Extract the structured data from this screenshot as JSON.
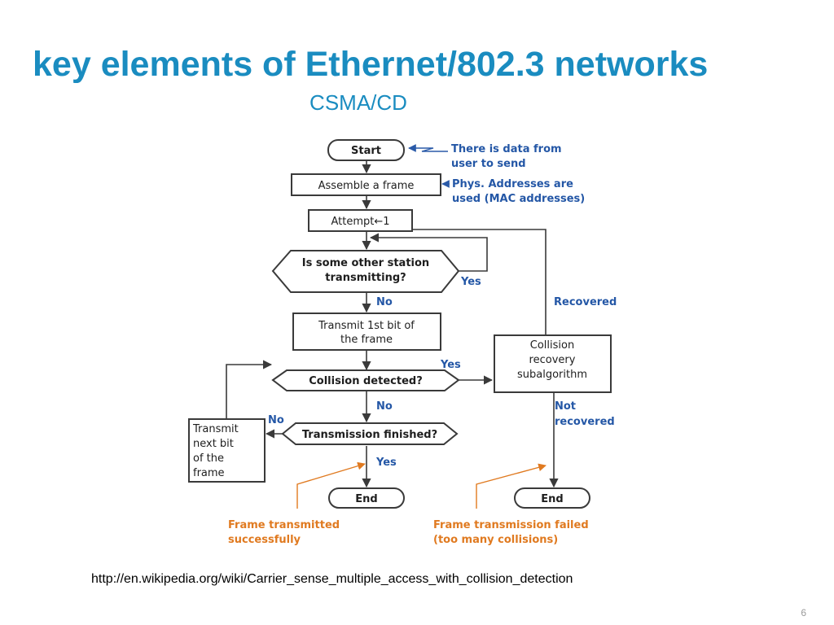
{
  "slide": {
    "title": "key elements of Ethernet/802.3 networks",
    "subtitle": "CSMA/CD",
    "source_url": "http://en.wikipedia.org/wiki/Carrier_sense_multiple_access_with_collision_detection",
    "page_number": "6"
  },
  "flowchart": {
    "start": "Start",
    "assemble": "Assemble a frame",
    "attempt": "Attempt←1",
    "carrier_sense": [
      "Is some other station",
      "transmitting?"
    ],
    "transmit_first": [
      "Transmit 1st bit of",
      "the frame"
    ],
    "collision_detected": "Collision detected?",
    "transmission_finished": "Transmission finished?",
    "transmit_next": [
      "Transmit",
      "next bit",
      "of the",
      "frame"
    ],
    "collision_recovery": [
      "Collision",
      "recovery",
      "subalgorithm"
    ],
    "end_left": "End",
    "end_right": "End",
    "labels": {
      "yes_carrier": "Yes",
      "no_carrier": "No",
      "yes_collision": "Yes",
      "no_collision": "No",
      "no_finished": "No",
      "yes_finished": "Yes",
      "recovered": "Recovered",
      "not_recovered": [
        "Not",
        "recovered"
      ]
    },
    "notes": {
      "data_from_user": [
        "There is data from",
        "user to send"
      ],
      "phys_addresses": [
        "Phys. Addresses are",
        "used (MAC addresses)"
      ],
      "success": [
        "Frame transmitted",
        "successfully"
      ],
      "failure": [
        "Frame transmission failed",
        "(too many collisions)"
      ]
    },
    "colors": {
      "title": "#1a8cc0",
      "annotation_blue": "#2457a6",
      "annotation_orange": "#e07a20"
    }
  }
}
